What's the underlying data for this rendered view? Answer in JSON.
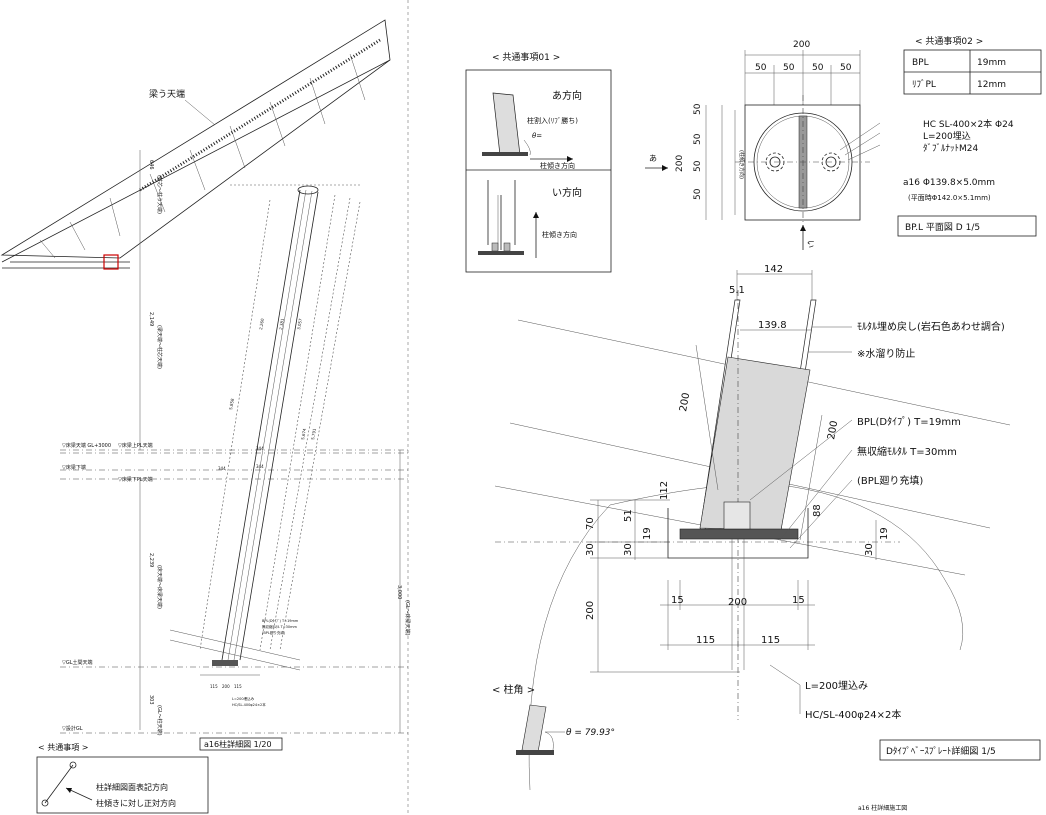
{
  "left_view": {
    "beam_label": "梁う天端",
    "dim_646": "646",
    "dim_646_note": "(柱芯〜柱う天端)",
    "dim_2149": "2,149",
    "dim_2149_note": "(梁天端〜柱芯天端)",
    "level_ga_label": "▽床梁天端 GL+3000",
    "level_ga_sub": "▽床梁上PL天端",
    "level_floor_under": "▽床梁下端",
    "level_floor_pl_under": "▽床梁下PL天端",
    "dim_2239": "2,239",
    "dim_2239_note": "(床天端〜床梁天端)",
    "dim_3000": "3,000",
    "dim_3000_note": "(GL〜床梁天端)",
    "level_gl_top": "▽GL土間天端",
    "dim_303": "303",
    "dim_303_note": "(GL〜柱天端)",
    "level_design_gl": "▽設計GL",
    "col_dims": [
      "5,858",
      "2,260",
      "2,381",
      "3,057",
      "5,674",
      "5,791"
    ],
    "small_dims": [
      "344",
      "344",
      "344"
    ],
    "bpl_note_lines": [
      "BPL(Dﾀｲﾌﾟ) T=19mm",
      "無収縮ﾓﾙﾀﾙ T=30mm",
      "(BPL廻り充填)"
    ],
    "anchor_note_lines": [
      "L=200埋込み",
      "HC/SL-400φ24×2本"
    ],
    "base_dims": [
      "115",
      "200",
      "115"
    ],
    "title": "a16柱詳細図 1/20"
  },
  "common_note": {
    "title": "< 共通事項 >",
    "line1": "柱詳細図面表記方向",
    "line2": "柱傾きに対し正対方向"
  },
  "common01": {
    "title": "< 共通事項01 >",
    "a_label": "あ方向",
    "rib_label": "柱割入(ﾘﾌﾞ勝ち)",
    "theta": "θ=",
    "tilt_a": "柱傾き方向",
    "i_label": "い方向",
    "tilt_i": "柱傾き方向"
  },
  "plan": {
    "dim_total": "200",
    "dims_top": [
      "50",
      "50",
      "50",
      "50"
    ],
    "dims_side": [
      "50",
      "50",
      "50",
      "50"
    ],
    "dim_side_total": "200",
    "side_note": "(柱傾き方向)",
    "arrow_a": "あ",
    "arrow_i": "い",
    "hc_label": "HC SL-400×2本 Φ24",
    "l200_label": "L=200埋込",
    "nut_label": "ﾀﾞﾌﾞﾙﾅｯﾄM24",
    "pipe_label": "a16 Φ139.8×5.0mm",
    "pipe_sub": "(平面時Φ142.0×5.1mm)",
    "title": "BP.L 平面図 D 1/5"
  },
  "common02": {
    "title": "< 共通事項02 >",
    "rows": [
      {
        "name": "BPL",
        "value": "19mm"
      },
      {
        "name": "ﾘﾌﾞPL",
        "value": "12mm"
      }
    ]
  },
  "detail": {
    "dim_142": "142",
    "dim_51": "5.1",
    "dim_1398": "139.8",
    "note_mortar": "ﾓﾙﾀﾙ埋め戻し(岩石色あわせ調合)",
    "note_water": "※水溜り防止",
    "note_bpl": "BPL(Dﾀｲﾌﾟ) T=19mm",
    "note_nonshrink": "無収縮ﾓﾙﾀﾙ T=30mm",
    "note_fill": "(BPL廻り充填)",
    "dim_200a": "200",
    "dim_200b": "200",
    "dim_112": "112",
    "dim_70": "70",
    "dim_51b": "51",
    "dim_19": "19",
    "dim_30a": "30",
    "dim_30b": "30",
    "dim_88": "88",
    "dim_19b": "19",
    "dim_30c": "30",
    "dim_200c": "200",
    "bottom_dims": [
      "15",
      "200",
      "15"
    ],
    "bottom_dims2": [
      "115",
      "115"
    ],
    "anchor_l": "L=200埋込み",
    "anchor_hc": "HC/SL-400φ24×2本",
    "title": "Dﾀｲﾌﾟﾍﾞｰｽﾌﾟﾚｰﾄ詳細図 1/5"
  },
  "angle": {
    "title": "< 柱角 >",
    "value": "θ = 79.93°"
  },
  "footer": "a16 柱詳細施工図"
}
